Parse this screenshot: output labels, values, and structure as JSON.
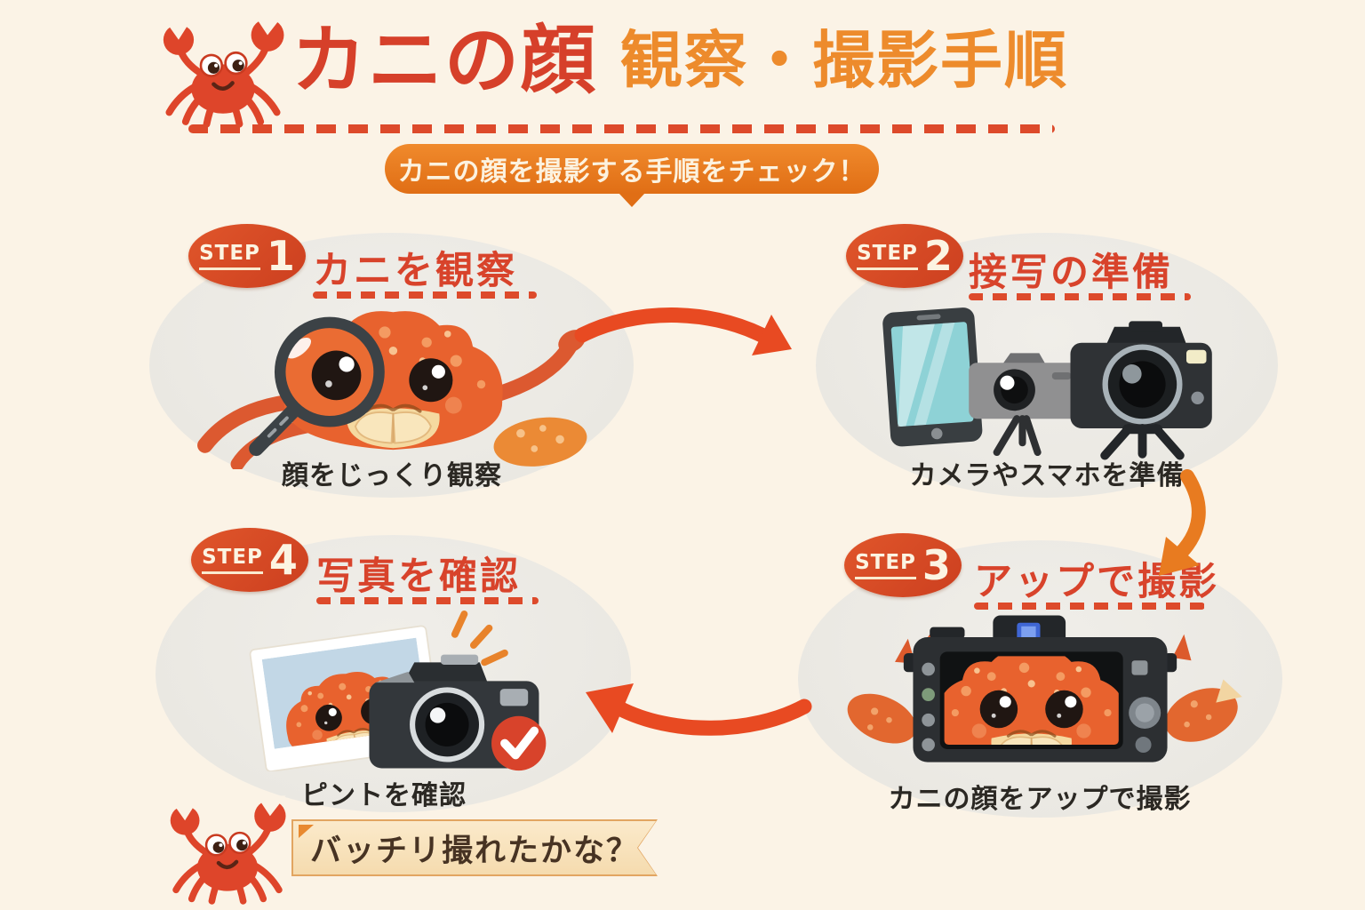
{
  "header": {
    "title_main": "カニの顔",
    "title_sub": "観察・撮影手順",
    "subtitle_bubble": "カニの顔を撮影する手順をチェック！"
  },
  "steps": [
    {
      "badge_label": "STEP",
      "badge_number": "1",
      "heading": "カニを観察",
      "caption": "顔をじっくり観察",
      "illustration": "crab-face-with-magnifier"
    },
    {
      "badge_label": "STEP",
      "badge_number": "2",
      "heading": "接写の準備",
      "caption": "カメラやスマホを準備",
      "illustration": "smartphone-and-cameras-on-tripods"
    },
    {
      "badge_label": "STEP",
      "badge_number": "3",
      "heading": "アップで撮影",
      "caption": "カニの顔をアップで撮影",
      "illustration": "camera-back-screen-showing-crab-face"
    },
    {
      "badge_label": "STEP",
      "badge_number": "4",
      "heading": "写真を確認",
      "caption": "ピントを確認",
      "illustration": "photo-print-camera-and-checkmark"
    }
  ],
  "flow": {
    "arrows": [
      "step1-to-step2-curved-right",
      "step2-to-step3-curved-down",
      "step3-to-step4-curved-left"
    ]
  },
  "footer": {
    "ribbon_text": "バッチリ撮れたかな？"
  },
  "icons": [
    "crab-mascot-icon",
    "magnifying-glass-icon",
    "smartphone-icon",
    "compact-camera-icon",
    "dslr-camera-icon",
    "camera-back-icon",
    "photo-print-icon",
    "checkmark-icon",
    "flash-sparks-icon"
  ],
  "colors": {
    "background": "#FBF3E6",
    "title_red": "#D6402A",
    "title_orange": "#ED8B2C",
    "bubble_orange": "#E87A1C",
    "badge_red": "#D64A24",
    "heading_red": "#D8432B",
    "caption_dark": "#2B2823",
    "ellipse_gray": "#ECEAE5",
    "arrow_red": "#E84A22",
    "arrow_orange": "#E87B20",
    "ribbon_bg": "#F9E2BC",
    "ribbon_border": "#E2A561",
    "crab_red": "#DE452A",
    "crab_face_orange": "#E8622E"
  }
}
